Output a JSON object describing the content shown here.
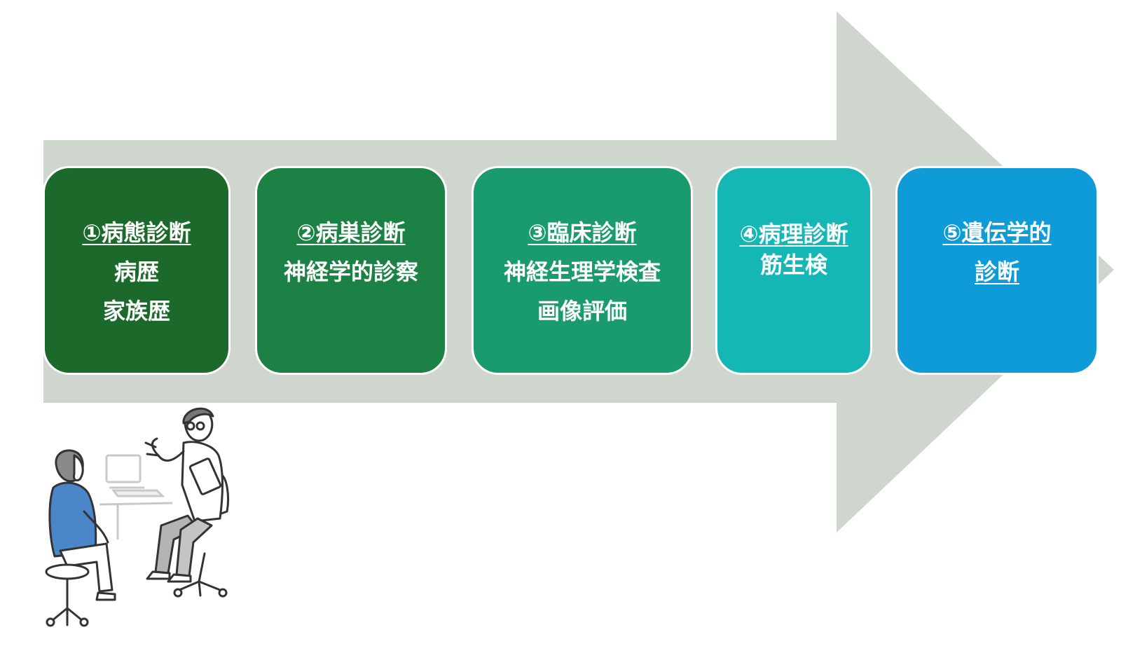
{
  "colors": {
    "arrow": "#ced6ce",
    "step1": "#1c6a2b",
    "step2": "#1b8145",
    "step3": "#1a9b6e",
    "step4": "#14b7b6",
    "step5": "#0f9bd8",
    "patient_shirt": "#4a86c8"
  },
  "steps": [
    {
      "title": "①病態診断",
      "lines": [
        "病歴",
        "家族歴"
      ]
    },
    {
      "title": "②病巣診断",
      "lines": [
        "神経学的診察"
      ]
    },
    {
      "title": "③臨床診断",
      "lines": [
        "神経生理学検査",
        "画像評価"
      ]
    },
    {
      "title": "④病理診断",
      "lines": [
        "筋生検"
      ]
    },
    {
      "title": "⑤遺伝学的",
      "lines": [
        "診断"
      ]
    }
  ],
  "illustration": {
    "doctor_icon": "doctor-figure-icon",
    "patient_icon": "patient-figure-icon",
    "computer_icon": "computer-monitor-icon"
  }
}
